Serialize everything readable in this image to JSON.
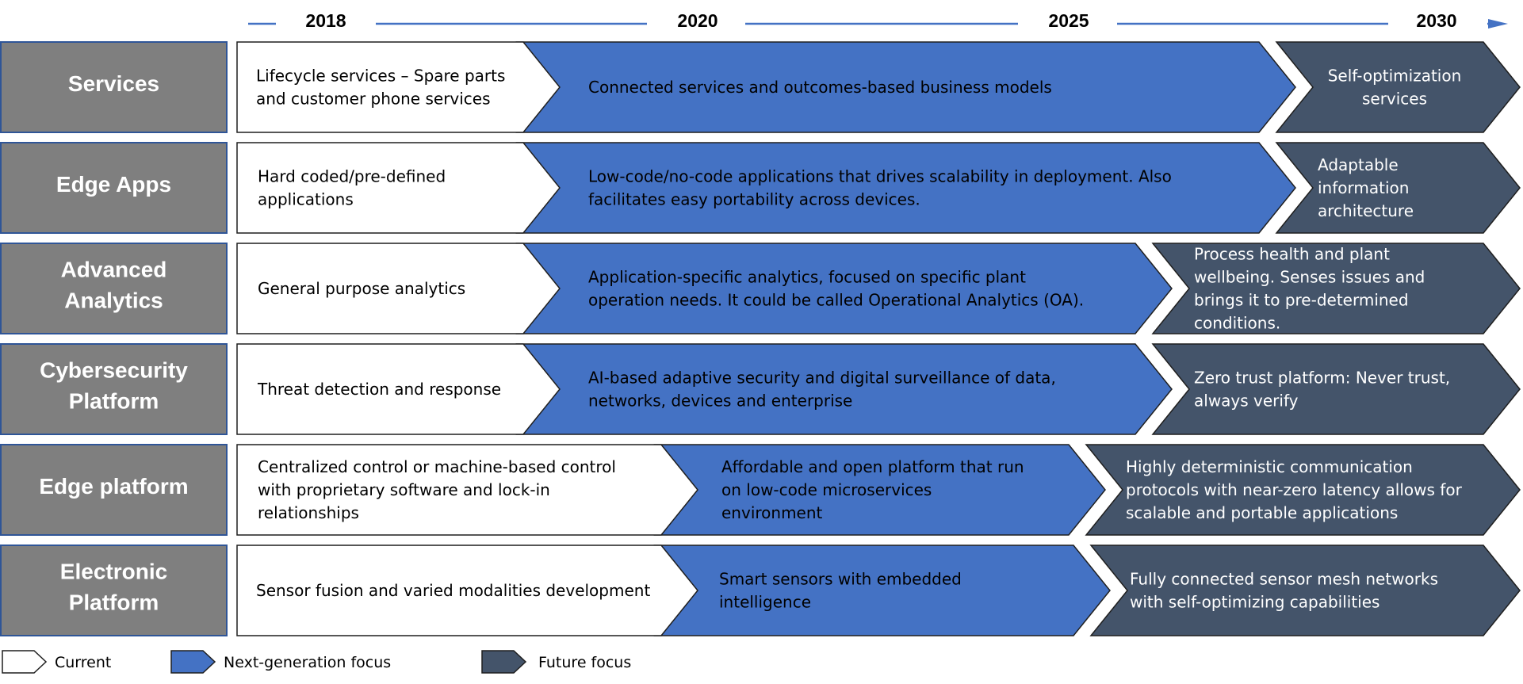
{
  "colors": {
    "category_fill": "#7f7f7f",
    "category_border": "#2f5597",
    "current_fill": "#ffffff",
    "next_fill": "#4472c4",
    "future_fill": "#44546a",
    "outline": "#1f1f1f",
    "timeline": "#4472c4"
  },
  "timeline": {
    "years": [
      "2018",
      "2020",
      "2025",
      "2030"
    ]
  },
  "rows": [
    {
      "category": [
        "Services"
      ],
      "current": [
        "Lifecycle services – Spare parts",
        "and customer phone services"
      ],
      "next": [
        "Connected services and outcomes-based business models"
      ],
      "future": [
        "Self-optimization",
        "services"
      ]
    },
    {
      "category": [
        "Edge Apps"
      ],
      "current": [
        "Hard coded/pre-defined",
        "applications"
      ],
      "next": [
        "Low-code/no-code applications that drives scalability in deployment. Also",
        "facilitates easy portability across devices."
      ],
      "future": [
        "Adaptable",
        "information",
        "architecture"
      ]
    },
    {
      "category": [
        "Advanced",
        "Analytics"
      ],
      "current": [
        "General purpose analytics"
      ],
      "next": [
        "Application-specific analytics, focused on specific plant",
        "operation needs. It could be called Operational Analytics (OA)."
      ],
      "future": [
        "Process health and plant",
        "wellbeing. Senses issues and",
        "brings it to pre-determined",
        "conditions."
      ]
    },
    {
      "category": [
        "Cybersecurity",
        "Platform"
      ],
      "current": [
        "Threat detection and response"
      ],
      "next": [
        "AI-based adaptive security and digital surveillance of data,",
        "networks, devices and enterprise"
      ],
      "future": [
        "Zero trust platform: Never trust,",
        "always verify"
      ]
    },
    {
      "category": [
        "Edge platform"
      ],
      "current": [
        "Centralized control or machine-based control",
        "with proprietary software and lock-in",
        "relationships"
      ],
      "next": [
        "Affordable and open platform that run",
        "on low-code microservices",
        "environment"
      ],
      "future": [
        "Highly deterministic communication",
        "protocols with near-zero latency allows for",
        "scalable and portable applications"
      ]
    },
    {
      "category": [
        "Electronic",
        "Platform"
      ],
      "current": [
        "Sensor fusion and varied modalities development"
      ],
      "next": [
        "Smart sensors with embedded",
        "intelligence"
      ],
      "future": [
        "Fully connected sensor mesh networks",
        "with self-optimizing capabilities"
      ]
    }
  ],
  "legend": {
    "current": "Current",
    "next": "Next-generation focus",
    "future": "Future focus"
  }
}
